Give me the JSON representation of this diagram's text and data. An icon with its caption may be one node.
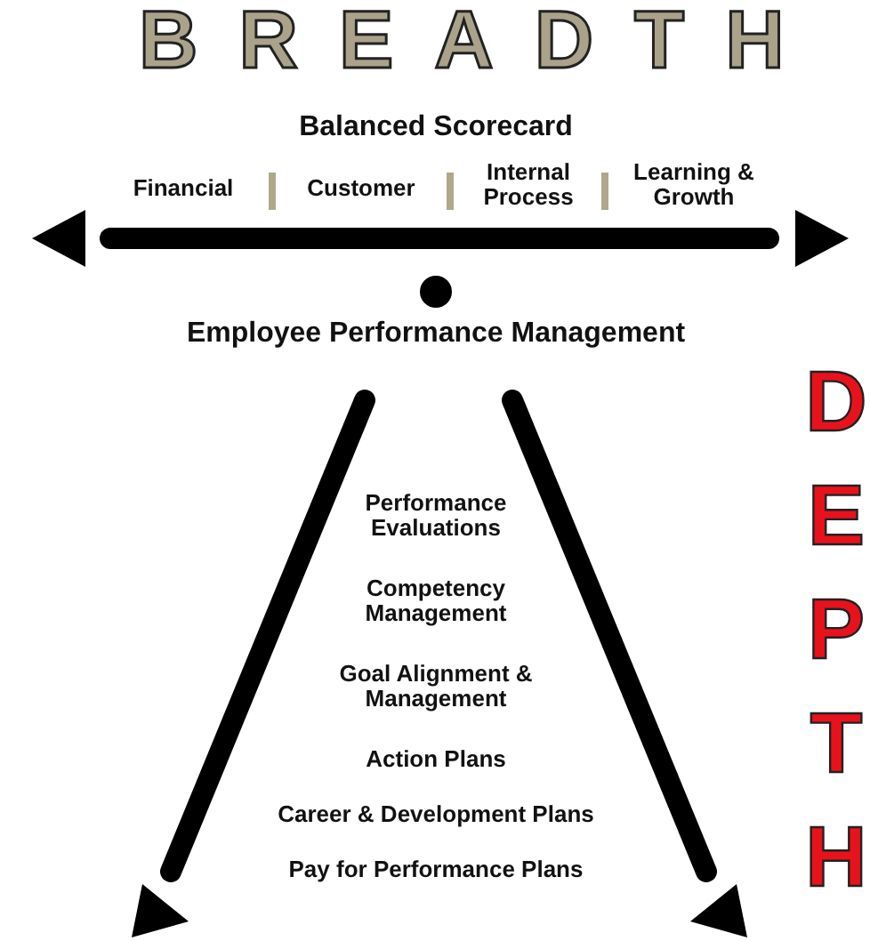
{
  "diagram": {
    "title": "BREADTH",
    "labels": [
      "Balanced Scorecard",
      "Financial",
      "Customer",
      "Internal Process",
      "Learning & Growth",
      "Employee Performance Management",
      "DEPTH",
      "Performance Evaluations",
      "Competency Management",
      "Goal Alignment & Management",
      "Action Plans",
      "Career & Development Plans",
      "Pay for Performance Plans"
    ]
  }
}
